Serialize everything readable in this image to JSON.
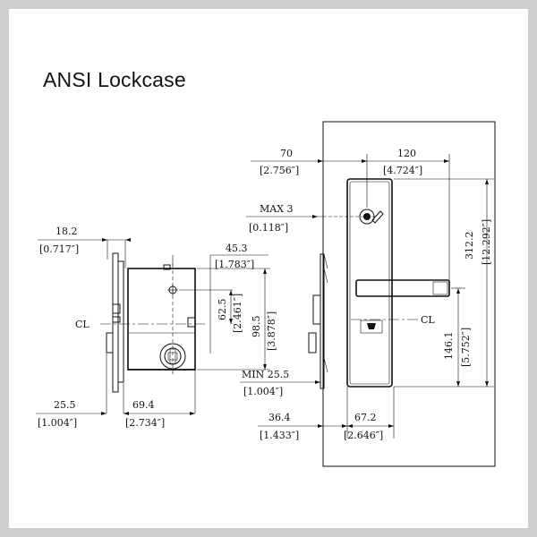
{
  "title": "ANSI Lockcase",
  "dimensions": {
    "backset_width": {
      "mm": "18.2",
      "inch": "[0.717″]"
    },
    "cyl_offset": {
      "mm": "45.3",
      "inch": "[1.783″]"
    },
    "spindle_cyl": {
      "mm": "62.5",
      "inch": "[2.461″]"
    },
    "case_height": {
      "mm": "98.5",
      "inch": "[3.878″]"
    },
    "face_to_case": {
      "mm": "25.5",
      "inch": "[1.004″]"
    },
    "case_depth": {
      "mm": "69.4",
      "inch": "[2.734″]"
    },
    "door_offset": {
      "mm": "70",
      "inch": "[2.756″]"
    },
    "plate_width": {
      "mm": "120",
      "inch": "[4.724″]"
    },
    "max_thickness": {
      "mm": "MAX 3",
      "inch": "[0.118″]"
    },
    "plate_height": {
      "mm": "312.2",
      "inch": "[12.292″]"
    },
    "handle_height": {
      "mm": "146.1",
      "inch": "[5.752″]"
    },
    "min_thickness": {
      "mm": "MIN 25.5",
      "inch": "[1.004″]"
    },
    "handle_offset": {
      "mm": "36.4",
      "inch": "[1.433″]"
    },
    "handle_proj": {
      "mm": "67.2",
      "inch": "[2.646″]"
    }
  },
  "centerline_label": "CL",
  "colors": {
    "frame": "#cfcfcf",
    "ink": "#111111",
    "background": "#ffffff"
  }
}
